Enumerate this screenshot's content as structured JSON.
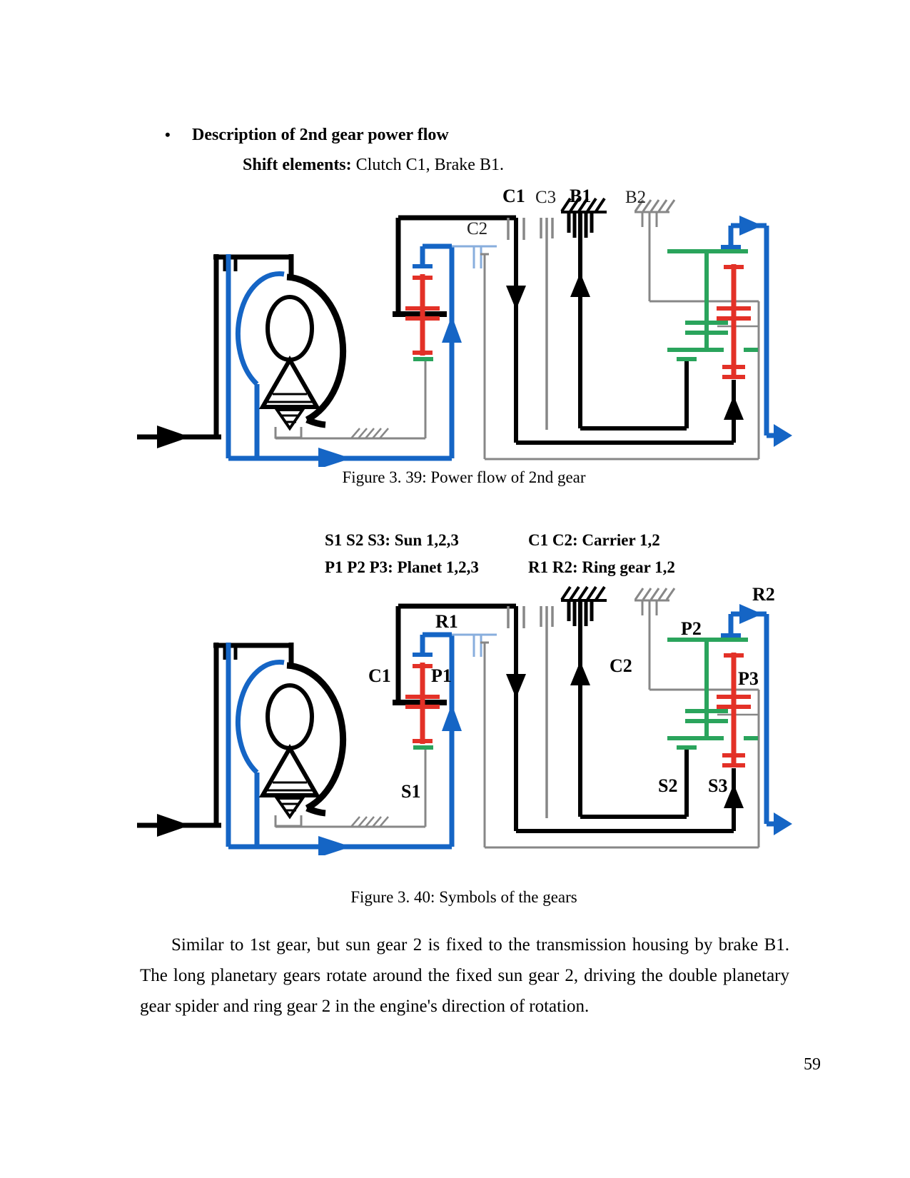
{
  "heading": {
    "bullet": "•",
    "title": "Description of 2nd gear power flow",
    "subtitle_bold": "Shift elements:",
    "subtitle_rest": " Clutch C1, Brake B1."
  },
  "figure39": {
    "caption": "Figure 3. 39: Power flow of 2nd gear",
    "labels": {
      "c1": "C1",
      "c3": "C3",
      "b1": "B1",
      "b2": "B2",
      "c2": "C2"
    }
  },
  "legend": {
    "sun": "S1 S2 S3: Sun 1,2,3",
    "carrier": "C1 C2: Carrier 1,2",
    "planet": "P1 P2 P3: Planet 1,2,3",
    "ring": "R1 R2: Ring gear 1,2"
  },
  "figure40": {
    "caption": "Figure 3. 40: Symbols of the gears",
    "labels": {
      "r1": "R1",
      "c1": "C1",
      "p1": "P1",
      "s1": "S1",
      "c2": "C2",
      "p2": "P2",
      "p3": "P3",
      "s2": "S2",
      "s3": "S3",
      "r2": "R2"
    }
  },
  "paragraph": "Similar to 1st gear, but sun gear 2 is fixed to the transmission housing by brake B1. The long planetary gears rotate around the fixed sun gear 2, driving the double planetary gear spider and ring gear 2 in the engine's direction of rotation.",
  "page_number": "59",
  "colors": {
    "power_blue": "#1565C5",
    "clutch_light_blue": "#88AEDD",
    "planet_red": "#E33127",
    "gear_green": "#2AA45C",
    "inactive_gray": "#878787",
    "line_black": "#000000"
  }
}
